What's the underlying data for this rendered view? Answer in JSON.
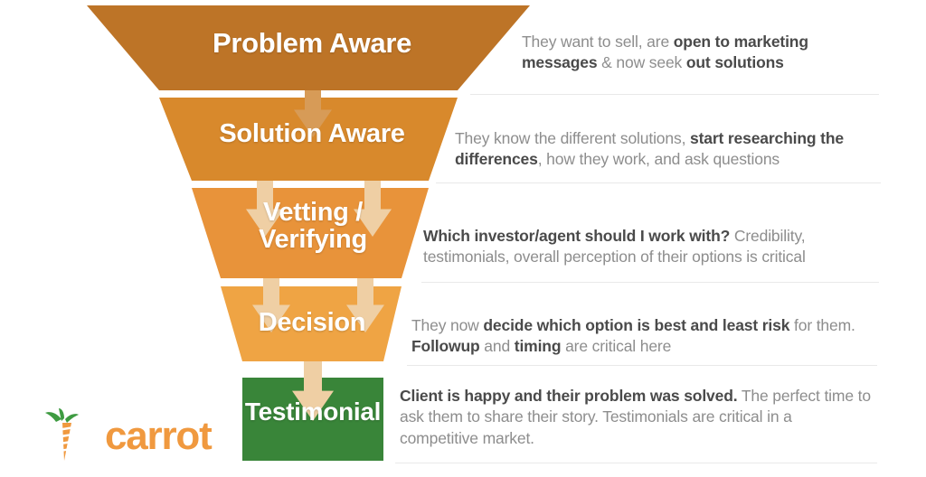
{
  "title": "Customer Awareness Funnel",
  "colors": {
    "row1": "#BD7427",
    "row2": "#D8892C",
    "row3": "#E8933A",
    "row4": "#EFA444",
    "row5": "#398539",
    "arrow_dark": "#D79B57",
    "arrow_light": "#EFCFA4",
    "text_muted": "#8d8d8d",
    "text_strong": "#4a4a4a",
    "rule": "#e9e9e9",
    "logo_orange": "#F0993F",
    "logo_green": "#3E9B41",
    "background": "#ffffff"
  },
  "funnel": {
    "stages": [
      {
        "label": "Problem Aware",
        "fill": "#BD7427",
        "font_size": 31
      },
      {
        "label": "Solution Aware",
        "fill": "#D8892C",
        "font_size": 29
      },
      {
        "label": "Vetting /\nVerifying",
        "fill": "#E8933A",
        "font_size": 29
      },
      {
        "label": "Decision",
        "fill": "#EFA444",
        "font_size": 29
      },
      {
        "label": "Testimonial",
        "fill": "#398539",
        "font_size": 28
      }
    ]
  },
  "descriptions": [
    {
      "stage": "Problem Aware",
      "parts": [
        {
          "text": "They want to sell, are ",
          "bold": false
        },
        {
          "text": "open to marketing messages",
          "bold": true
        },
        {
          "text": " & now seek ",
          "bold": false
        },
        {
          "text": "out solutions",
          "bold": true
        }
      ]
    },
    {
      "stage": "Solution Aware",
      "parts": [
        {
          "text": "They know the different solutions, ",
          "bold": false
        },
        {
          "text": "start researching the differences",
          "bold": true
        },
        {
          "text": ", how they work, and ask questions",
          "bold": false
        }
      ]
    },
    {
      "stage": "Vetting / Verifying",
      "parts": [
        {
          "text": "Which investor/agent should I work with?",
          "bold": true
        },
        {
          "text": " Credibility, testimonials, overall perception of their options is critical",
          "bold": false
        }
      ]
    },
    {
      "stage": "Decision",
      "parts": [
        {
          "text": "They now ",
          "bold": false
        },
        {
          "text": "decide which option is best and least risk",
          "bold": true
        },
        {
          "text": " for them. ",
          "bold": false
        },
        {
          "text": "Followup",
          "bold": true
        },
        {
          "text": " and ",
          "bold": false
        },
        {
          "text": "timing",
          "bold": true
        },
        {
          "text": " are critical here",
          "bold": false
        }
      ]
    },
    {
      "stage": "Testimonial",
      "parts": [
        {
          "text": "Client is happy and their problem was solved.",
          "bold": true
        },
        {
          "text": " The perfect time to ask them to share their story. Testimonials are critical in a competitive market.",
          "bold": false
        }
      ]
    }
  ],
  "logo": {
    "word": "carrot",
    "icon": "carrot-icon"
  }
}
